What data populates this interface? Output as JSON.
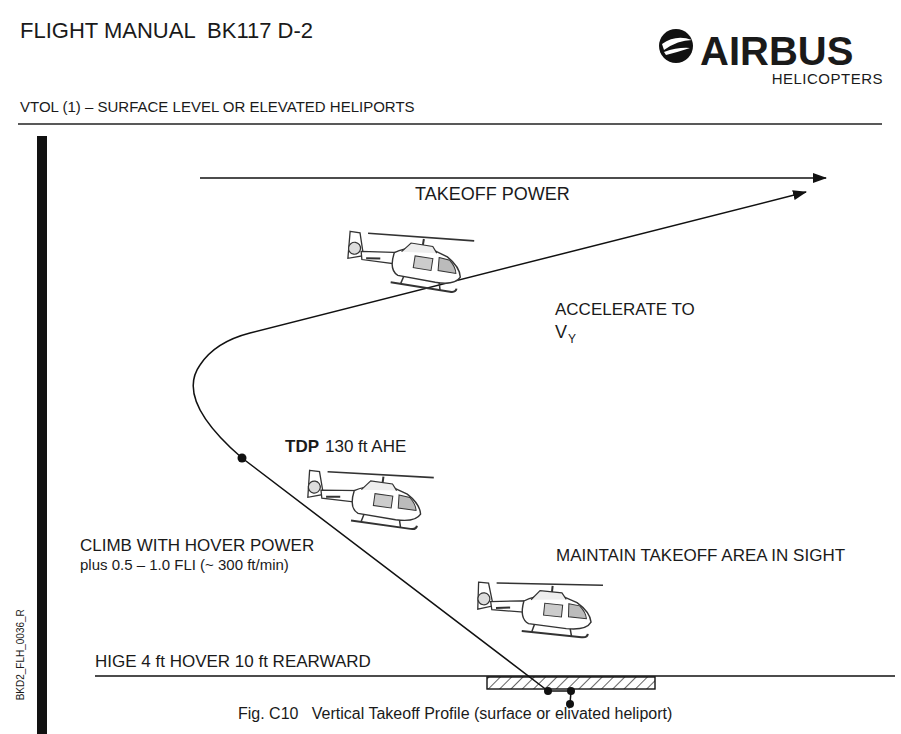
{
  "diagram": {
    "title": "FLIGHT MANUAL  BK117 D-2",
    "caption": "Fig. C10   Vertical Takeoff Profile (surface or elivated heliport)",
    "labels": [
      "AIRBUS",
      "HELICOPTERS",
      "VTOL (1) – SURFACE LEVEL OR ELEVATED HELIPORTS",
      "TAKEOFF POWER",
      "ACCELERATE TO",
      "V",
      "Y",
      "TDP",
      "130 ft AHE",
      "CLIMB WITH HOVER POWER",
      "plus 0.5 – 1.0 FLI (~ 300 ft/min)",
      "MAINTAIN TAKEOFF AREA IN SIGHT",
      "HIGE 4 ft HOVER 10 ft REARWARD",
      "BKD2_FLH_0036_R"
    ]
  }
}
